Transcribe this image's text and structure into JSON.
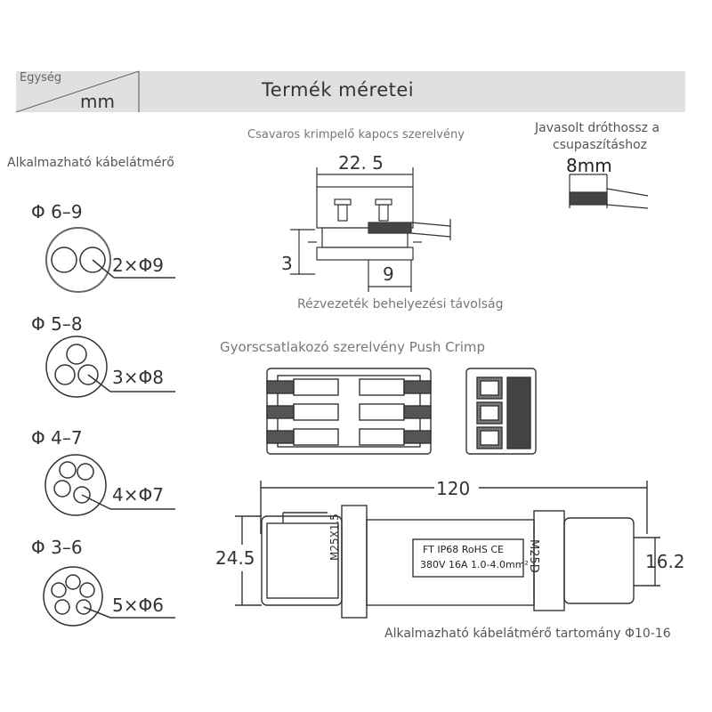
{
  "header": {
    "unit_label": "Egység",
    "unit_value": "mm",
    "title": "Termék méretei"
  },
  "cable_diameter": {
    "heading": "Alkalmazható kábelátmérő",
    "options": [
      {
        "range": "Φ 6–9",
        "holes": "2×Φ9",
        "count": 2
      },
      {
        "range": "Φ 5–8",
        "holes": "3×Φ8",
        "count": 3
      },
      {
        "range": "Φ 4–7",
        "holes": "4×Φ7",
        "count": 4
      },
      {
        "range": "Φ 3–6",
        "holes": "5×Φ6",
        "count": 5
      }
    ]
  },
  "screw_terminal": {
    "title": "Csavaros krimpelő kapocs szerelvény",
    "width_dim": "22. 5",
    "height_dim": "3",
    "insert_dim": "9",
    "caption": "Rézvezeték behelyezési távolság"
  },
  "strip_length": {
    "title_line1": "Javasolt dróthossz a",
    "title_line2": "csupaszításhoz",
    "length": "8mm"
  },
  "push_crimp": {
    "title": "Gyorscsatlakozó szerelvény Push Crimp"
  },
  "connector": {
    "length_dim": "120",
    "height_dim": "24.5",
    "end_dim": "16.2",
    "thread_left": "M25X1.5",
    "thread_right": "M25D",
    "label_line1": "FT IP68 RoHS  CE",
    "label_line2": "380V 16A 1.0-4.0mm²",
    "caption": "Alkalmazható kábelátmérő tartomány Φ10-16"
  }
}
